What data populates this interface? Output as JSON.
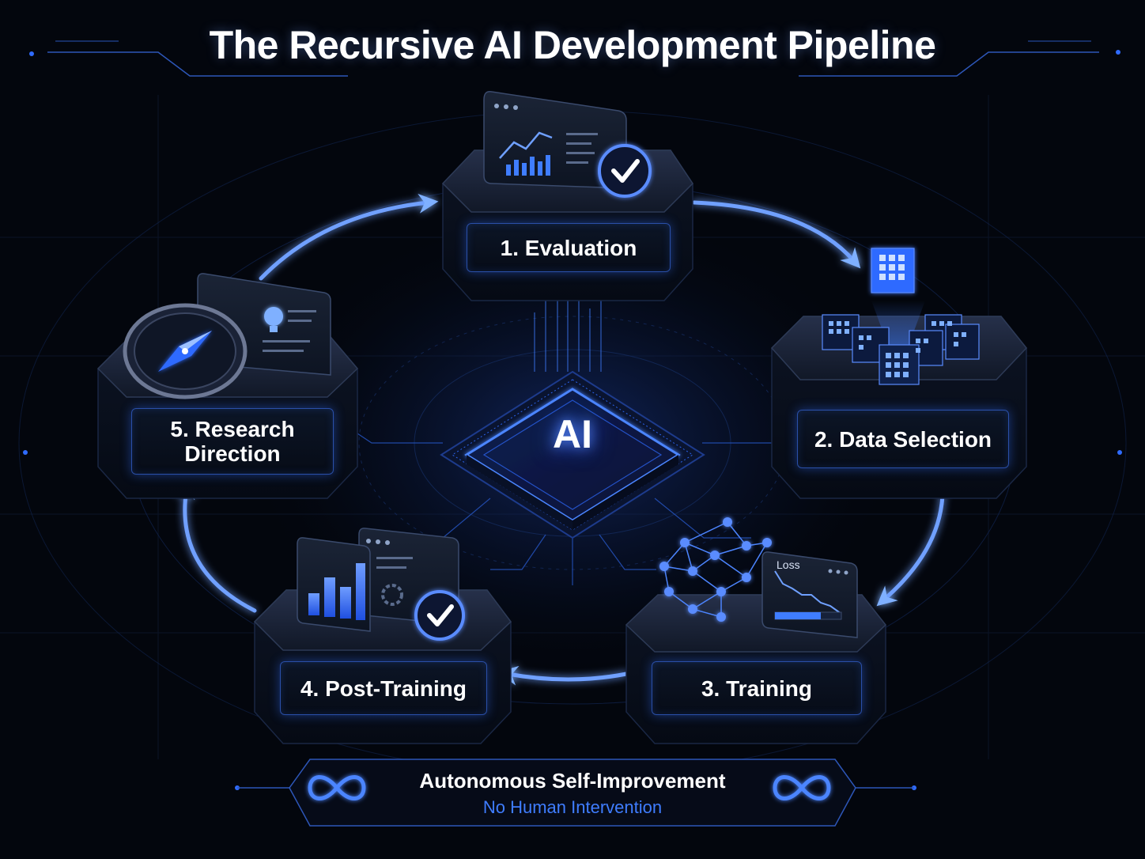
{
  "title": "The Recursive AI Development Pipeline",
  "center": {
    "label": "AI"
  },
  "stages": [
    {
      "label": "1. Evaluation"
    },
    {
      "label": "2. Data Selection"
    },
    {
      "label": "3. Training"
    },
    {
      "label": "4. Post-Training"
    },
    {
      "label": "5. Research\nDirection"
    }
  ],
  "training_chart_label": "Loss",
  "footer": {
    "main": "Autonomous Self-Improvement",
    "sub": "No Human Intervention"
  },
  "icons": {
    "evaluation": "dashboard-check-icon",
    "data_selection": "data-cubes-icon",
    "training": "neural-network-icon",
    "post_training": "bar-chart-check-icon",
    "research_direction": "compass-lightbulb-icon",
    "footer": "infinity-icon"
  },
  "colors": {
    "background": "#03060d",
    "accent": "#2f6bff",
    "glow": "#6fa0ff",
    "label_border": "#2a4fa8"
  }
}
